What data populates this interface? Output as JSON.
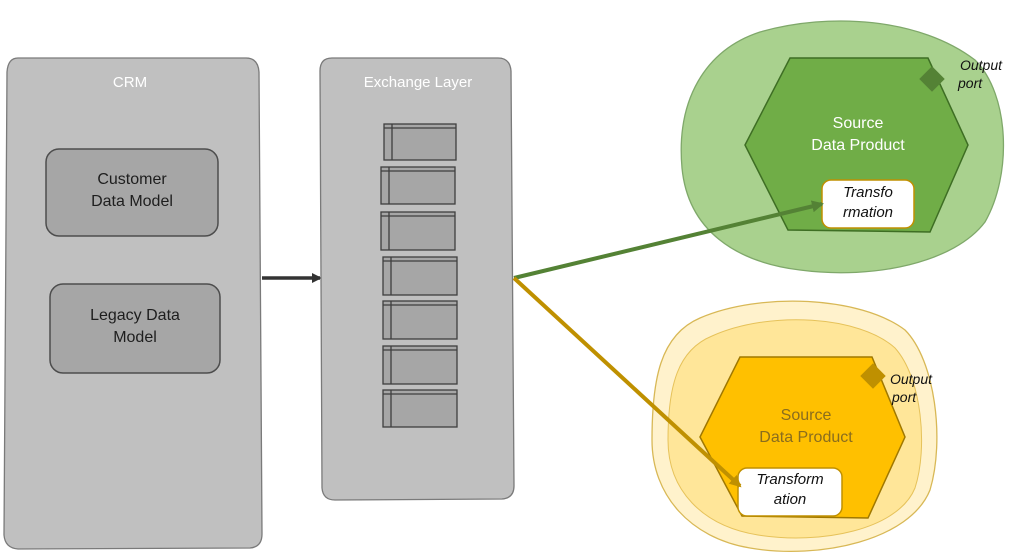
{
  "panels": {
    "crm": {
      "title": "CRM"
    },
    "exchange": {
      "title": "Exchange Layer"
    }
  },
  "crm_models": [
    {
      "line1": "Customer",
      "line2": "Data Model"
    },
    {
      "line1": "Legacy Data",
      "line2": "Model"
    }
  ],
  "products": {
    "green": {
      "title_line1": "Source",
      "title_line2": "Data Product",
      "transform_line1": "Transfo",
      "transform_line2": "rmation",
      "port_line1": "Output",
      "port_line2": "port"
    },
    "yellow": {
      "title_line1": "Source",
      "title_line2": "Data Product",
      "transform_line1": "Transform",
      "transform_line2": "ation",
      "port_line1": "Output",
      "port_line2": "port"
    }
  },
  "colors": {
    "panel": "#c0c0c0",
    "model_box": "#a6a6a6",
    "green_blob": "#a9d18e",
    "green_hex": "#70ad47",
    "green_arrow": "#548235",
    "yellow_blob": "#ffe699",
    "yellow_hex": "#ffc000",
    "yellow_arrow": "#bf9000"
  }
}
